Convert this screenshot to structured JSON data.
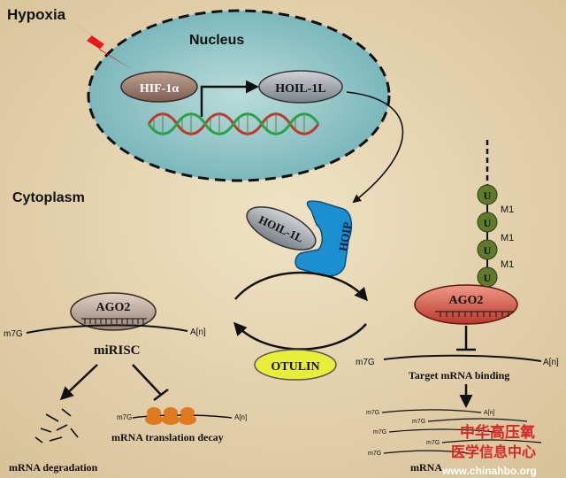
{
  "labels": {
    "hypoxia": "Hypoxia",
    "nucleus": "Nucleus",
    "cytoplasm": "Cytoplasm",
    "hif1a": "HIF-1α",
    "hoil1l_nucleus": "HOIL-1L",
    "hoil1l_cyto": "HOIL-1L",
    "hoip": "HOIP",
    "ago2_left": "AGO2",
    "ago2_right": "AGO2",
    "otulin": "OTULIN",
    "mirisc": "miRISC",
    "m7g_left": "m7G",
    "an_left": "A[n]",
    "m7g_right": "m7G",
    "an_right": "A[n]",
    "target_binding": "Target mRNA binding",
    "mrna_degradation": "mRNA degradation",
    "translation_decay": "mRNA translation decay",
    "small_m7g": "m7G",
    "small_an": "A[n]",
    "mrna_bottom": "mRNA",
    "ubiquitin": "U",
    "m1": "M1",
    "watermark_cn": "中华高压氧",
    "watermark_cn2": "医学信息中心",
    "watermark_url": "www.chinahbo.org"
  },
  "colors": {
    "background": "#e7d6b3",
    "nucleus_fill": "#8ec3c5",
    "bolt": "#e81818",
    "dna_red": "#c0392b",
    "dna_green": "#27a34a",
    "hoip": "#1b8fd0",
    "ubiquitin": "#5f7a2a",
    "otulin": "#e8ee37",
    "ago2_right": "#d9574c",
    "watermark": "#d52727"
  }
}
